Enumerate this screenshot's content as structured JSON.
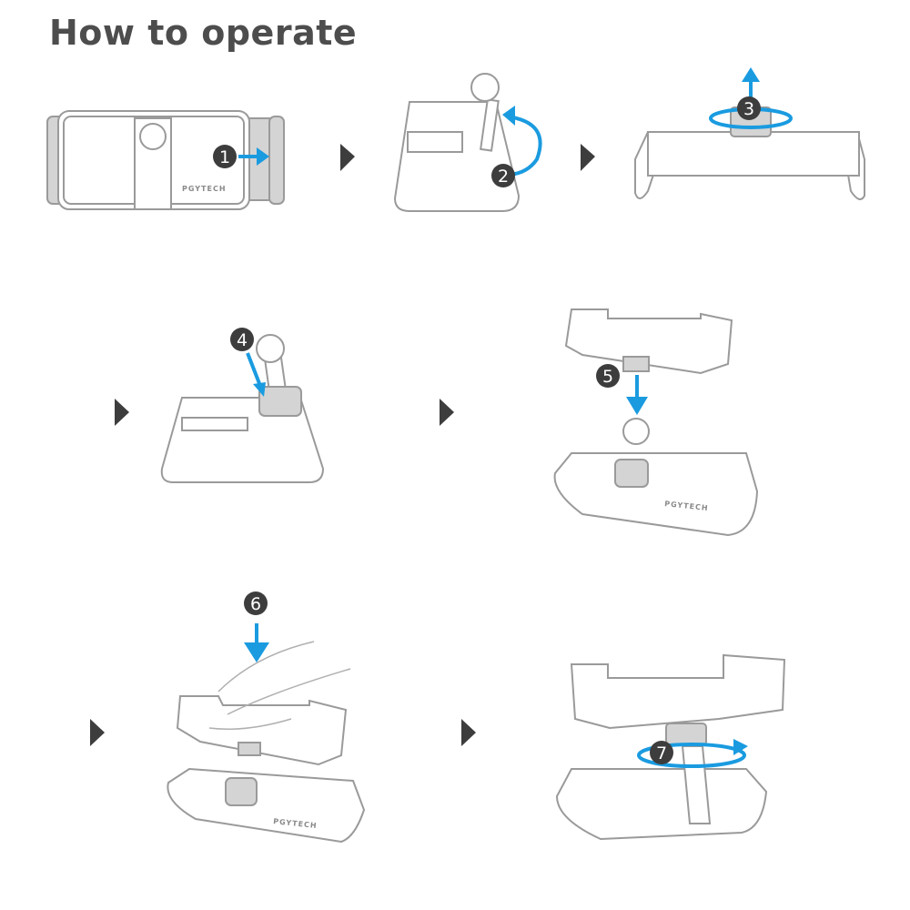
{
  "title": "How to operate",
  "brand_logo": "PGYTECH",
  "steps": [
    "1",
    "2",
    "3",
    "4",
    "5",
    "6",
    "7"
  ],
  "colors": {
    "accent": "#1a9be0",
    "badge": "#3d3d3d",
    "title": "#4d4d4d",
    "outline": "#9a9a9a"
  }
}
